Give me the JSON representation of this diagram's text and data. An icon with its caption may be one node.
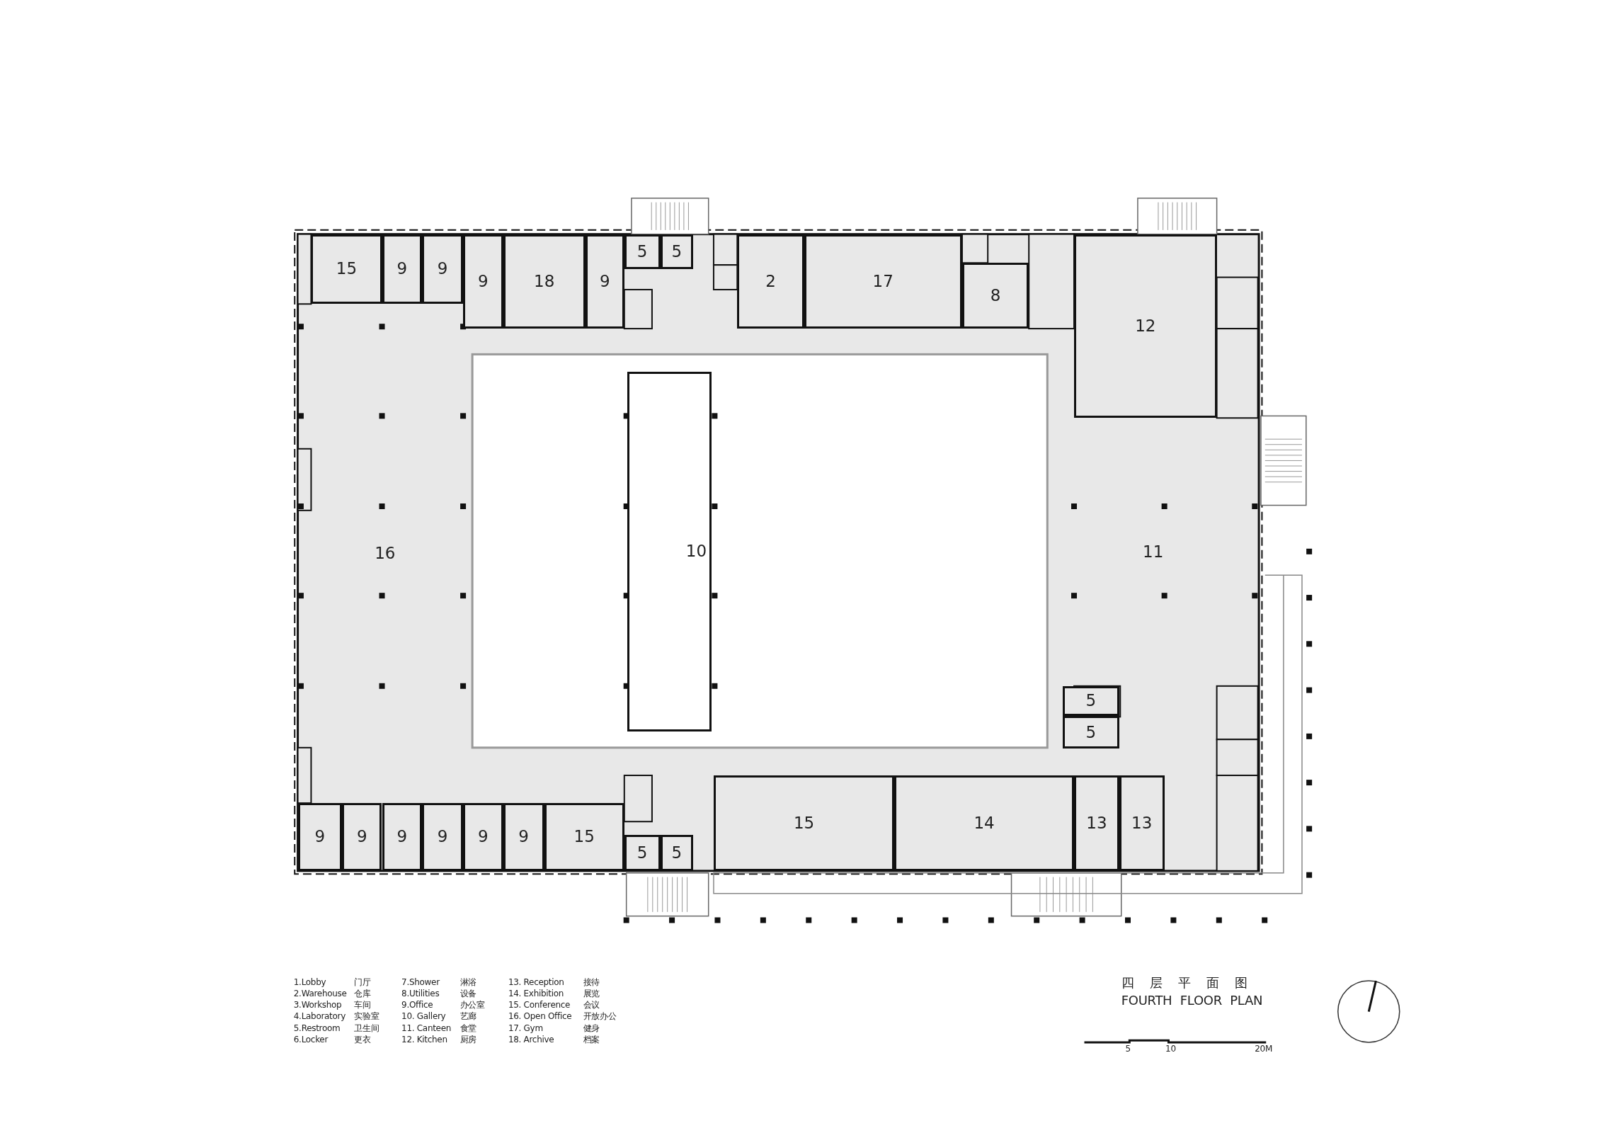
{
  "diagram": {
    "title": "四层平面图",
    "nodes": [
      {
        "text": [
          "15"
        ]
      },
      {
        "text": [
          "9"
        ]
      },
      {
        "text": [
          "9"
        ]
      },
      {
        "text": [
          "9"
        ]
      },
      {
        "text": [
          "18"
        ]
      },
      {
        "text": [
          "9"
        ]
      },
      {
        "text": [
          "5"
        ]
      },
      {
        "text": [
          "5"
        ]
      },
      {
        "text": [
          "2"
        ]
      },
      {
        "text": [
          "17"
        ]
      },
      {
        "text": [
          "8"
        ]
      },
      {
        "text": [
          "12"
        ]
      },
      {
        "text": [
          "16"
        ]
      },
      {
        "text": [
          "10"
        ]
      },
      {
        "text": [
          "11"
        ]
      },
      {
        "text": [
          "5"
        ]
      },
      {
        "text": [
          "5"
        ]
      },
      {
        "text": [
          "9"
        ]
      },
      {
        "text": [
          "9"
        ]
      },
      {
        "text": [
          "9"
        ]
      },
      {
        "text": [
          "9"
        ]
      },
      {
        "text": [
          "9"
        ]
      },
      {
        "text": [
          "9"
        ]
      },
      {
        "text": [
          "15"
        ]
      },
      {
        "text": [
          "5"
        ]
      },
      {
        "text": [
          "5"
        ]
      },
      {
        "text": [
          "15"
        ]
      },
      {
        "text": [
          "14"
        ]
      },
      {
        "text": [
          "13"
        ]
      },
      {
        "text": [
          "13"
        ]
      }
    ],
    "labels": [
      "1.Lobby",
      "门厅",
      "7.Shower",
      "淋浴",
      "13. Reception",
      "接待",
      "2.Warehouse",
      "仓库",
      "8.Utilities",
      "设备",
      "14. Exhibition",
      "展览",
      "3.Workshop",
      "车间",
      "9.Office",
      "办公室",
      "15. Conference",
      "会议",
      "4.Laboratory",
      "实验室",
      "10. Gallery",
      "艺廊",
      "16. Open Office",
      "开放办公",
      "5.Restroom",
      "卫生间",
      "11. Canteen",
      "食堂",
      "17. Gym",
      "健身",
      "6.Locker",
      "更衣",
      "12. Kitchen",
      "厨房",
      "18. Archive",
      "档案",
      "FOURTH FLOOR PLAN",
      "5",
      "10",
      "20M"
    ]
  }
}
